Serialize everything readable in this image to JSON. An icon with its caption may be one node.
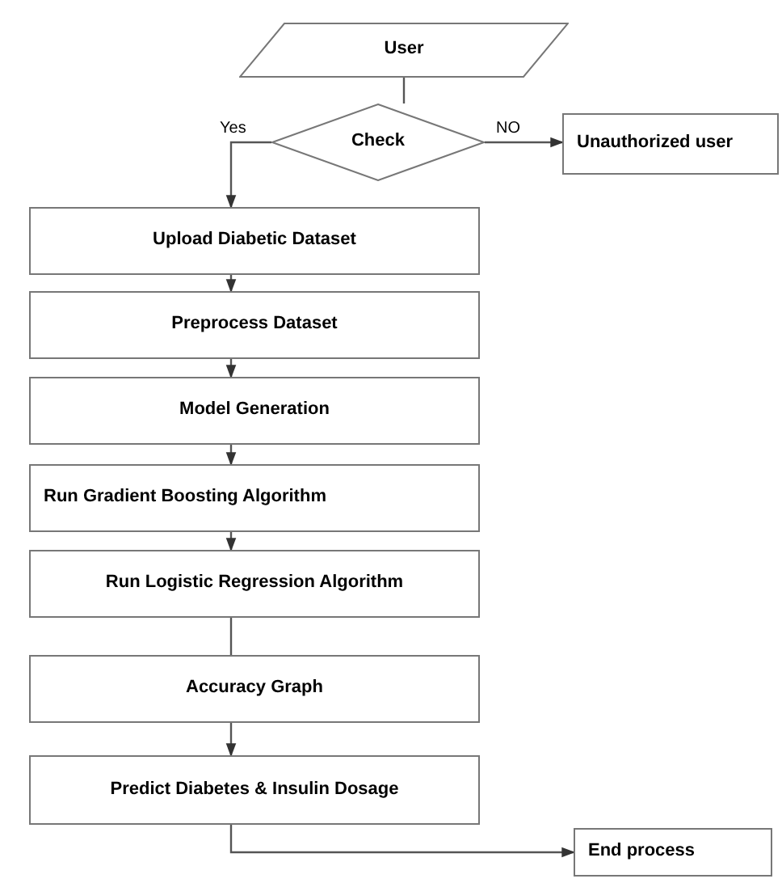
{
  "diagram": {
    "nodes": [
      {
        "text": [
          "User"
        ]
      },
      {
        "text": [
          "Check"
        ]
      },
      {
        "text": [
          "Unauthorized user"
        ]
      },
      {
        "text": [
          "Upload Diabetic Dataset"
        ]
      },
      {
        "text": [
          "Preprocess Dataset"
        ]
      },
      {
        "text": [
          "Model Generation"
        ]
      },
      {
        "text": [
          "Run Gradient Boosting Algorithm"
        ]
      },
      {
        "text": [
          "Run Logistic Regression Algorithm"
        ]
      },
      {
        "text": [
          "Accuracy Graph"
        ]
      },
      {
        "text": [
          "Predict Diabetes & Insulin Dosage"
        ]
      },
      {
        "text": [
          "End process"
        ]
      }
    ],
    "edges": [
      {
        "from": 0,
        "to": 1,
        "arrow": "none"
      },
      {
        "from": 1,
        "to": 2,
        "arrow": "to",
        "label": "NO"
      },
      {
        "from": 1,
        "to": 3,
        "arrow": "to",
        "label": "Yes"
      },
      {
        "from": 3,
        "to": 4,
        "arrow": "to"
      },
      {
        "from": 4,
        "to": 5,
        "arrow": "to"
      },
      {
        "from": 5,
        "to": 6,
        "arrow": "to"
      },
      {
        "from": 6,
        "to": 7,
        "arrow": "to"
      },
      {
        "from": 7,
        "to": 8,
        "arrow": "none"
      },
      {
        "from": 8,
        "to": 9,
        "arrow": "to"
      },
      {
        "from": 9,
        "to": 10,
        "arrow": "to"
      }
    ]
  }
}
